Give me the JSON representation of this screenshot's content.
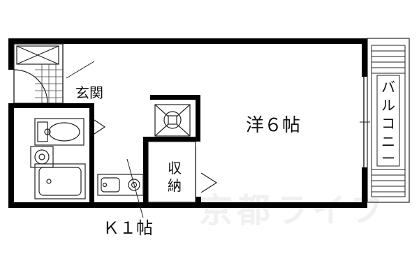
{
  "floorplan": {
    "rooms": {
      "western_room": "洋６帖",
      "kitchen": "Ｋ１帖",
      "entrance": "玄関",
      "storage": [
        "収",
        "納"
      ],
      "balcony": [
        "バ",
        "ル",
        "コ",
        "ニ",
        "ー"
      ]
    },
    "watermark": "京都ライフ"
  },
  "colors": {
    "wall": "#000000",
    "line": "#222222",
    "watermark": "#e6e6e6"
  }
}
